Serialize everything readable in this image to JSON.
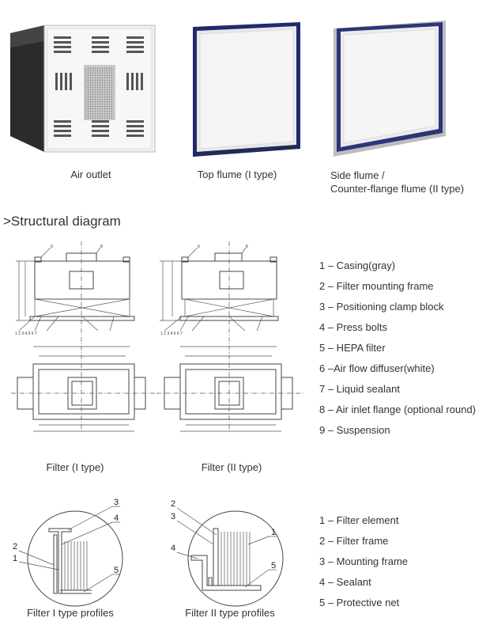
{
  "products": [
    {
      "caption": "Air outlet"
    },
    {
      "caption": "Top flume (I type)"
    },
    {
      "caption": "Side flume /\nCounter-flange flume (II type)"
    }
  ],
  "section_title": ">Structural diagram",
  "structural_legend": [
    "1 – Casing(gray)",
    "2 – Filter mounting frame",
    "3 – Positioning clamp block",
    "4 – Press bolts",
    "5 – HEPA filter",
    "6 –Air flow diffuser(white)",
    "7 – Liquid sealant",
    "8 – Air inlet flange (optional round)",
    "9 – Suspension"
  ],
  "diagram_captions": [
    "Filter (I type)",
    "Filter (II type)"
  ],
  "profile_legend": [
    "1 – Filter element",
    "2 – Filter frame",
    "3 – Mounting frame",
    "4 – Sealant",
    "5 – Protective net"
  ],
  "profile_captions": [
    "Filter I type profiles",
    "Filter II type profiles"
  ],
  "profile_i_labels": [
    "3",
    "4",
    "2",
    "1",
    "5"
  ],
  "profile_ii_labels": [
    "2",
    "3",
    "1",
    "4",
    "5"
  ],
  "diagram_callouts_top": [
    "1",
    "2",
    "3",
    "4",
    "5",
    "6",
    "7",
    "8",
    "9"
  ]
}
